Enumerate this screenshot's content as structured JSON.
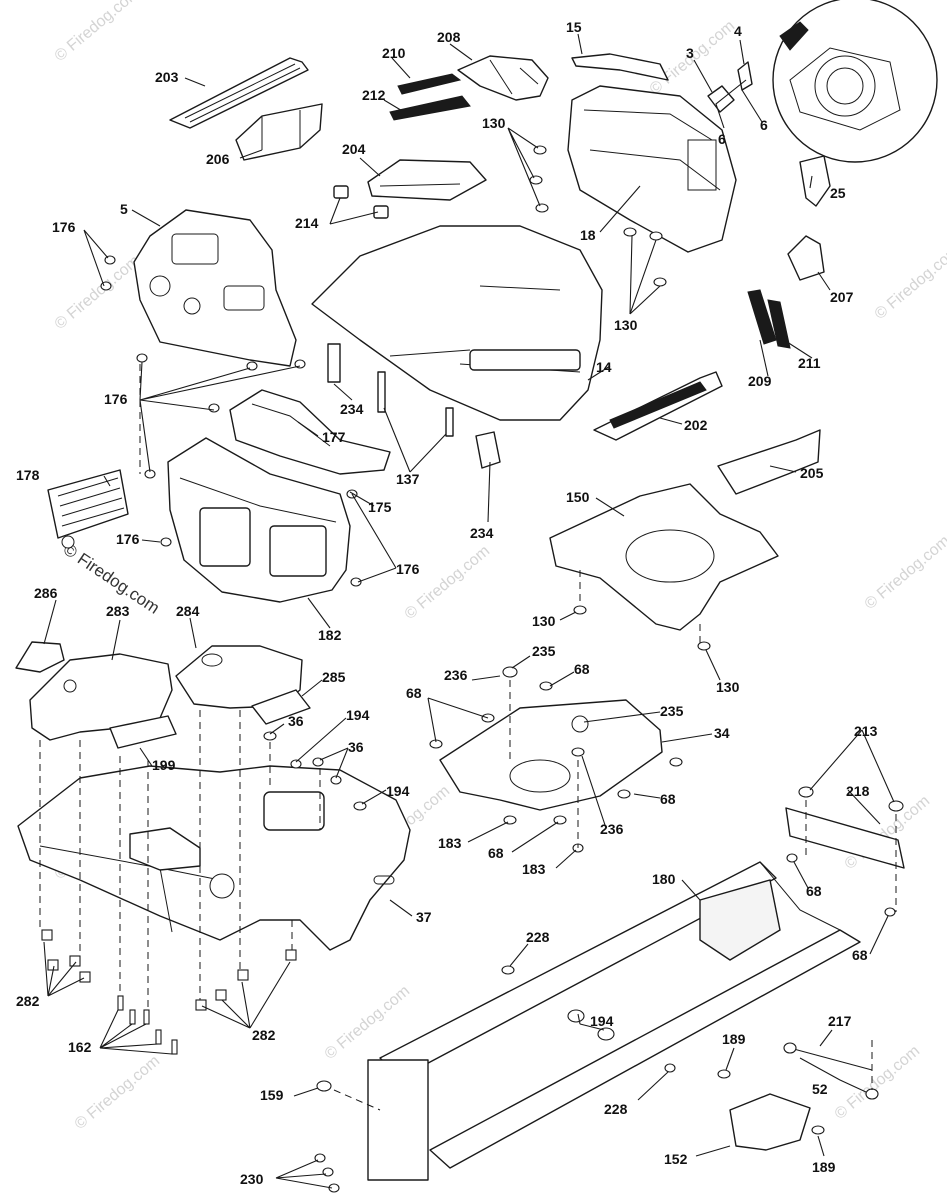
{
  "watermark": {
    "text": "© Firedog.com",
    "prominent_text": "© Firedog.com"
  },
  "callouts": {
    "c203": "203",
    "c210": "210",
    "c208": "208",
    "c15": "15",
    "c4": "4",
    "c3": "3",
    "c212": "212",
    "c130a": "130",
    "c6a": "6",
    "c6b": "6",
    "c206": "206",
    "c204": "204",
    "c25": "25",
    "c5": "5",
    "c18": "18",
    "c214": "214",
    "c176a": "176",
    "c207": "207",
    "c130b": "130",
    "c211": "211",
    "c209": "209",
    "c14": "14",
    "c234a": "234",
    "c176b": "176",
    "c177": "177",
    "c202": "202",
    "c137": "137",
    "c178": "178",
    "c205": "205",
    "c175": "175",
    "c150": "150",
    "c234b": "234",
    "c176c": "176",
    "c176d": "176",
    "c182": "182",
    "c286": "286",
    "c283": "283",
    "c284": "284",
    "c130c": "130",
    "c235a": "235",
    "c236a": "236",
    "c68a": "68",
    "c285": "285",
    "c130d": "130",
    "c68b": "68",
    "c235b": "235",
    "c36a": "36",
    "c194a": "194",
    "c34": "34",
    "c213": "213",
    "c36b": "36",
    "c199": "199",
    "c194b": "194",
    "c68c": "68",
    "c218": "218",
    "c183a": "183",
    "c236b": "236",
    "c68d": "68",
    "c183b": "183",
    "c37": "37",
    "c68e": "68",
    "c180": "180",
    "c68f": "68",
    "c228a": "228",
    "c282a": "282",
    "c194c": "194",
    "c217": "217",
    "c162": "162",
    "c282b": "282",
    "c189a": "189",
    "c52": "52",
    "c159": "159",
    "c228b": "228",
    "c152": "152",
    "c189b": "189",
    "c230": "230"
  }
}
